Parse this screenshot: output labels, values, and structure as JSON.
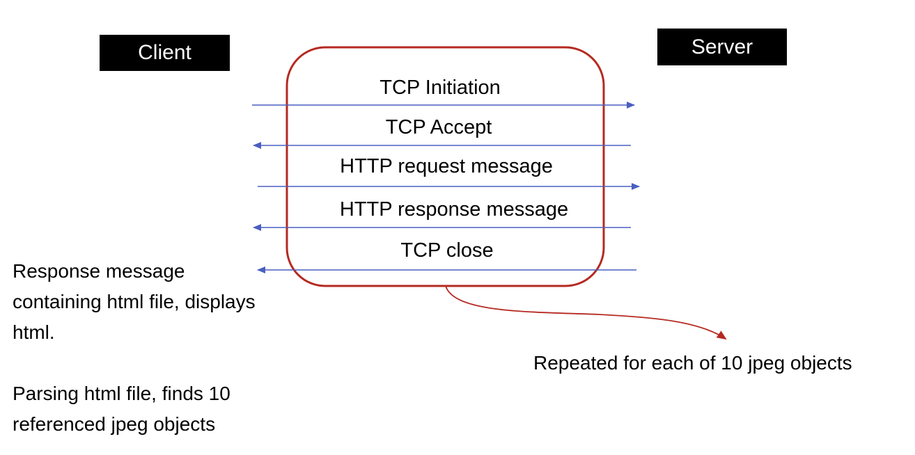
{
  "client": {
    "label": "Client"
  },
  "server": {
    "label": "Server"
  },
  "messages": [
    {
      "label": "TCP Initiation",
      "direction": "to-server"
    },
    {
      "label": "TCP Accept",
      "direction": "to-client"
    },
    {
      "label": "HTTP request message",
      "direction": "to-server"
    },
    {
      "label": "HTTP response message",
      "direction": "to-client"
    },
    {
      "label": "TCP close",
      "direction": "to-client"
    }
  ],
  "notes": {
    "response_line1": "Response message",
    "response_line2": "containing html file, displays",
    "response_line3": "html.",
    "parsing_line1": "Parsing html file, finds 10",
    "parsing_line2": "referenced jpeg  objects"
  },
  "repeat_note": "Repeated for each of 10 jpeg objects",
  "colors": {
    "arrow": "#4a5fc1",
    "loop_box": "#b52a22",
    "label_box": "#000000"
  }
}
